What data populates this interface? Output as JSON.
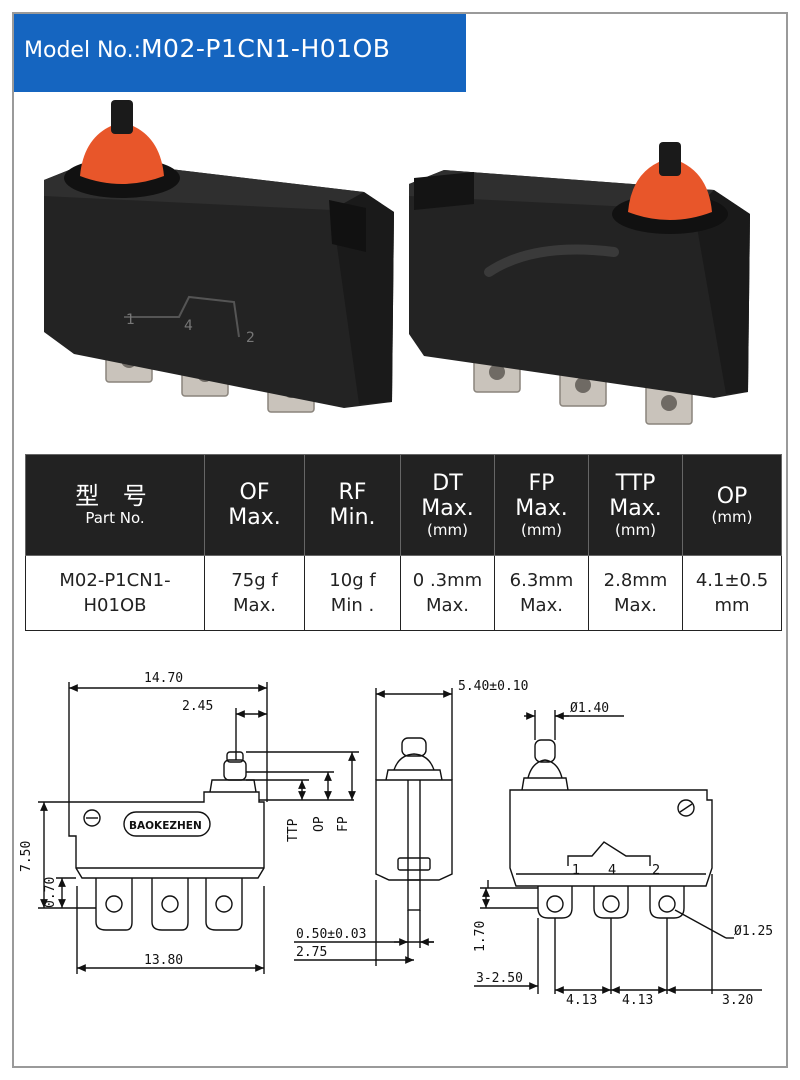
{
  "header": {
    "model_prefix": "Model No.:",
    "model_value": "M02-P1CN1-H01OB"
  },
  "photo": {
    "terminal_labels": [
      "1",
      "4",
      "2"
    ]
  },
  "spec_table": {
    "headers": [
      {
        "line1": "型 号",
        "line2": "Part No.",
        "unit": ""
      },
      {
        "line1": "OF",
        "line2": "Max.",
        "unit": ""
      },
      {
        "line1": "RF",
        "line2": "Min.",
        "unit": ""
      },
      {
        "line1": "DT",
        "line2": "Max.",
        "unit": "(mm)"
      },
      {
        "line1": "FP",
        "line2": "Max.",
        "unit": "(mm)"
      },
      {
        "line1": "TTP",
        "line2": "Max.",
        "unit": "(mm)"
      },
      {
        "line1": "OP",
        "line2": "",
        "unit": "(mm)"
      }
    ],
    "row": [
      {
        "line1": "M02-P1CN1-",
        "line2": "H01OB"
      },
      {
        "line1": "75g f",
        "line2": "Max."
      },
      {
        "line1": "10g f",
        "line2": "Min ."
      },
      {
        "line1": "0 .3mm",
        "line2": "Max."
      },
      {
        "line1": "6.3mm",
        "line2": "Max."
      },
      {
        "line1": "2.8mm",
        "line2": "Max."
      },
      {
        "line1": "4.1±0.5",
        "line2": "mm"
      }
    ]
  },
  "drawing": {
    "front": {
      "overall_length": "14.70",
      "plunger_offset": "2.45",
      "body_height": "7.50",
      "base_height": "0.70",
      "terminal_span": "13.80",
      "brand": "BAOKEZHEN",
      "ttp_label": "TTP",
      "op_label": "OP",
      "fp_label": "FP"
    },
    "side": {
      "width": "5.40±0.10",
      "terminal_thickness": "0.50±0.03",
      "terminal_offset": "2.75"
    },
    "rear": {
      "plunger_diameter": "Ø1.40",
      "hole_diameter": "Ø1.25",
      "terminal_height": "1.70",
      "hole_spacing_1": "4.13",
      "hole_spacing_2": "4.13",
      "edge_offset": "3.20",
      "first_offset": "3-2.50",
      "terminal_labels": [
        "1",
        "4",
        "2"
      ]
    }
  },
  "colors": {
    "banner": "#1565c0",
    "table_header": "#222222",
    "plunger_boot": "#e8562a"
  }
}
